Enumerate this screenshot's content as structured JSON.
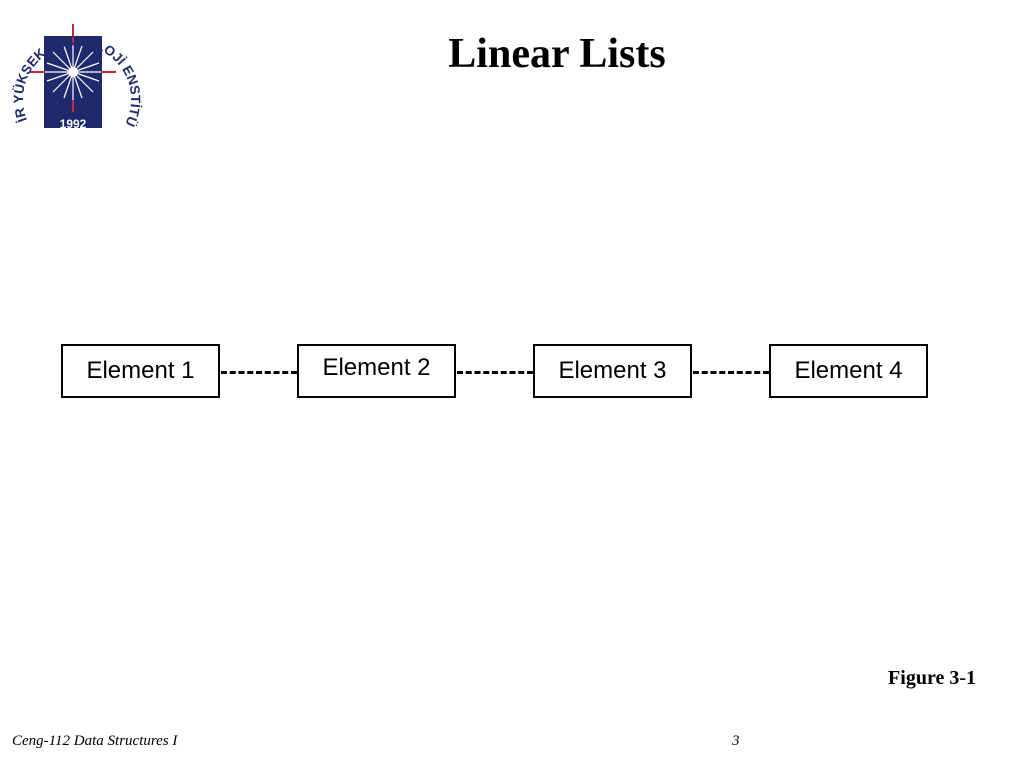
{
  "slide": {
    "title": "Linear Lists",
    "figure_label": "Figure 3-1",
    "footer_course": "Ceng-112 Data Structures I",
    "page_number": "3"
  },
  "logo": {
    "ring_text": "İZMİR YÜKSEK TEKNOLOJİ ENSTİTÜSÜ",
    "year": "1992",
    "colors": {
      "navy": "#1f2a6e",
      "red": "#c8283c",
      "white": "#ffffff"
    }
  },
  "diagram": {
    "elements": [
      {
        "label": "Element 1"
      },
      {
        "label": "Element 2"
      },
      {
        "label": "Element 3"
      },
      {
        "label": "Element 4"
      }
    ]
  }
}
